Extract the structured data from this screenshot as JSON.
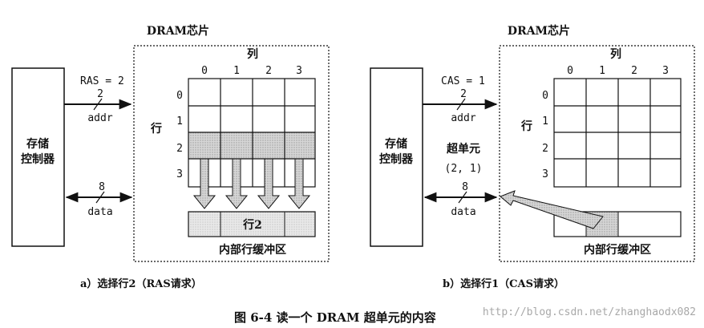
{
  "panel_a": {
    "chip_title": "DRAM芯片",
    "controller_label": [
      "存储",
      "控制器"
    ],
    "signal_label": "RAS = 2",
    "addr_width": "2",
    "addr_label": "addr",
    "data_width": "8",
    "data_label": "data",
    "col_header": "列",
    "row_header": "行",
    "col_indices": [
      "0",
      "1",
      "2",
      "3"
    ],
    "row_indices": [
      "0",
      "1",
      "2",
      "3"
    ],
    "buffer_content": "行2",
    "buffer_label": "内部行缓冲区",
    "caption": "a）选择行2（RAS请求）"
  },
  "panel_b": {
    "chip_title": "DRAM芯片",
    "controller_label": [
      "存储",
      "控制器"
    ],
    "signal_label": "CAS = 1",
    "addr_width": "2",
    "addr_label": "addr",
    "data_width": "8",
    "data_label": "data",
    "supercell_label": "超单元",
    "supercell_coords": "(2, 1)",
    "col_header": "列",
    "row_header": "行",
    "col_indices": [
      "0",
      "1",
      "2",
      "3"
    ],
    "row_indices": [
      "0",
      "1",
      "2",
      "3"
    ],
    "buffer_label": "内部行缓冲区",
    "caption": "b）选择行1（CAS请求）"
  },
  "figure_caption": "图 6-4   读一个 DRAM 超单元的内容",
  "watermark": "http://blog.csdn.net/zhanghaodx082"
}
